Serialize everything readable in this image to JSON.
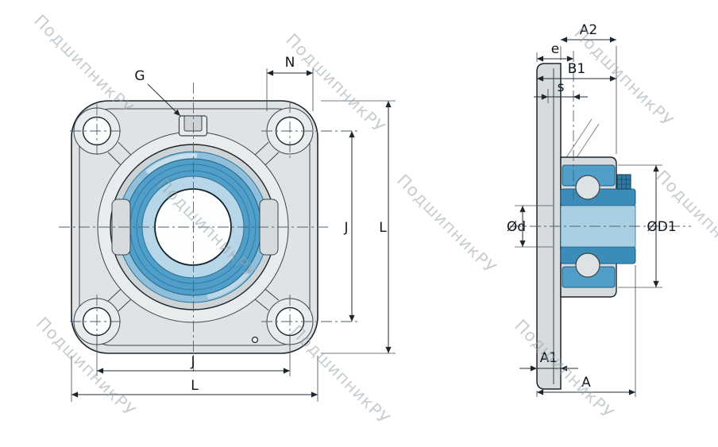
{
  "watermark": {
    "text": "ПодшипникРУ"
  },
  "front_view": {
    "labels": {
      "g": "G",
      "n": "N",
      "j_v": "J",
      "l_v": "L",
      "j_h": "J",
      "l_h": "L"
    }
  },
  "side_view": {
    "labels": {
      "a2": "A2",
      "e": "e",
      "b1": "B1",
      "s": "s",
      "od": "Ød",
      "od1": "ØD1",
      "a1": "A1",
      "a": "A"
    }
  },
  "colors": {
    "bearing-blue": "#4f9fca",
    "bearing-blue-light": "#a9cfe2",
    "metal": "#d6dbde",
    "metal-light": "#e8ebec",
    "line": "#1d262c",
    "watermark": "#9aa6ad"
  }
}
